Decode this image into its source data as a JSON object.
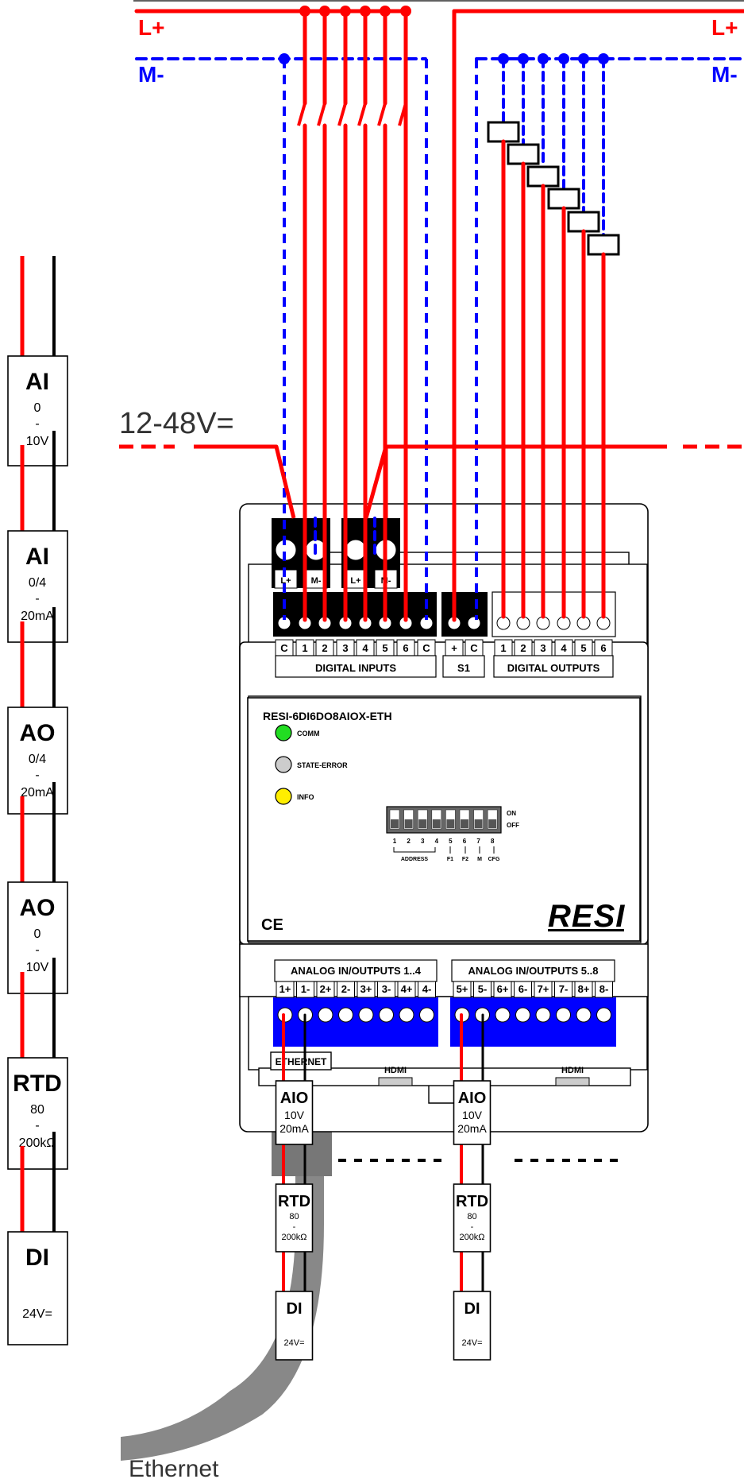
{
  "colors": {
    "power": "#ff0000",
    "ground": "#0000ff",
    "terminal_blue": "#0000ff",
    "led_comm": "#22dd22",
    "led_state": "#cccccc",
    "led_info": "#ffee00",
    "cable": "#888888",
    "wire_black": "#000000"
  },
  "rails": {
    "lplus": "L+",
    "mminus": "M-"
  },
  "supply": {
    "label": "12-48V="
  },
  "legend": [
    {
      "title": "AI",
      "lines": [
        "0",
        "-",
        "10V"
      ]
    },
    {
      "title": "AI",
      "lines": [
        "0/4",
        "-",
        "20mA"
      ]
    },
    {
      "title": "AO",
      "lines": [
        "0/4",
        "-",
        "20mA"
      ]
    },
    {
      "title": "AO",
      "lines": [
        "0",
        "-",
        "10V"
      ]
    },
    {
      "title": "RTD",
      "lines": [
        "80",
        "-",
        "200kΩ"
      ]
    },
    {
      "title": "DI",
      "lines": [
        "24V="
      ]
    }
  ],
  "device": {
    "model": "RESI-6DI6DO8AIOX-ETH",
    "brand": "RESI",
    "ce_mark": "CE",
    "power_terminal_labels": [
      "L+",
      "M-",
      "L+",
      "M-"
    ],
    "di_labels": [
      "C",
      "1",
      "2",
      "3",
      "4",
      "5",
      "6",
      "C"
    ],
    "s1_labels": [
      "+",
      "C"
    ],
    "do_labels": [
      "1",
      "2",
      "3",
      "4",
      "5",
      "6"
    ],
    "group_digital_inputs": "DIGITAL INPUTS",
    "group_s1": "S1",
    "group_digital_outputs": "DIGITAL OUTPUTS",
    "leds": [
      {
        "label": "COMM",
        "state": "on"
      },
      {
        "label": "STATE-ERROR",
        "state": "off"
      },
      {
        "label": "INFO",
        "state": "on"
      }
    ],
    "dip": {
      "numbers": [
        "1",
        "2",
        "3",
        "4",
        "5",
        "6",
        "7",
        "8"
      ],
      "on_label": "ON",
      "off_label": "OFF",
      "address_label": "ADDRESS",
      "func_labels": [
        "F1",
        "F2",
        "M",
        "CFG"
      ]
    },
    "aio_group_1": {
      "title": "ANALOG IN/OUTPUTS 1..4",
      "labels": [
        "1+",
        "1-",
        "2+",
        "2-",
        "3+",
        "3-",
        "4+",
        "4-"
      ]
    },
    "aio_group_2": {
      "title": "ANALOG IN/OUTPUTS 5..8",
      "labels": [
        "5+",
        "5-",
        "6+",
        "6-",
        "7+",
        "7-",
        "8+",
        "8-"
      ]
    },
    "ethernet_port": "ETHERNET",
    "hdmi_labels": [
      "HDMI",
      "HDMI"
    ]
  },
  "sensors": [
    {
      "title": "AIO",
      "lines": [
        "10V",
        "20mA"
      ]
    },
    {
      "title": "RTD",
      "lines": [
        "80",
        "-",
        "200kΩ"
      ]
    },
    {
      "title": "DI",
      "lines": [
        "24V="
      ]
    }
  ],
  "cable_label": "Ethernet"
}
